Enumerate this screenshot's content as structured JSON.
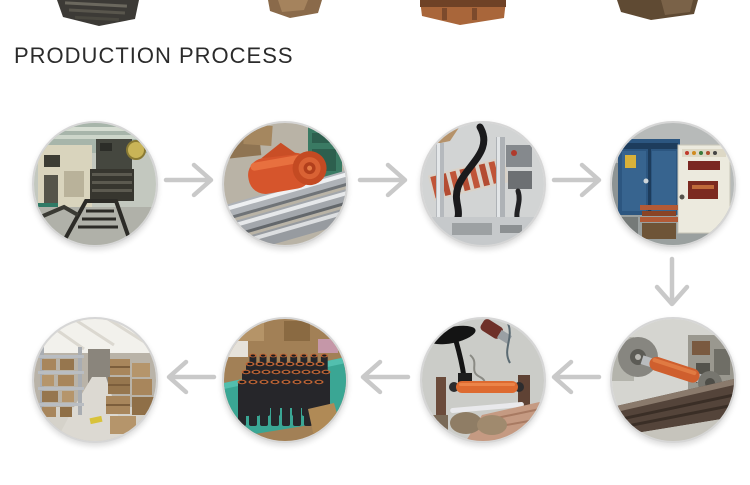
{
  "page": {
    "title": "PRODUCTION PROCESS"
  },
  "theme": {
    "background": "#ffffff",
    "title_color": "#2b2b2b",
    "arrow_color": "#c9c9c9",
    "circle_border_color": "#d6d6d6"
  },
  "process_flow": {
    "row_1": {
      "direction": "left-to-right",
      "steps": [
        {
          "id": "step-1",
          "name": "machining-workshop-photo"
        },
        {
          "id": "step-2",
          "name": "rubber-roll-on-metal-rollers-photo"
        },
        {
          "id": "step-3",
          "name": "roller-coating-machine-photo"
        },
        {
          "id": "step-4",
          "name": "oven-and-control-cabinet-photo"
        }
      ]
    },
    "row_2": {
      "direction": "right-to-left",
      "steps": [
        {
          "id": "step-5",
          "name": "roller-grinding-machine-photo"
        },
        {
          "id": "step-6",
          "name": "roller-lathe-inspection-photo"
        },
        {
          "id": "step-7",
          "name": "finished-tubes-on-table-photo"
        },
        {
          "id": "step-8",
          "name": "warehouse-storage-photo"
        }
      ]
    }
  },
  "top_edge": {
    "fragment_count": 4,
    "description": "bottom edges of cropped photos from section above"
  }
}
